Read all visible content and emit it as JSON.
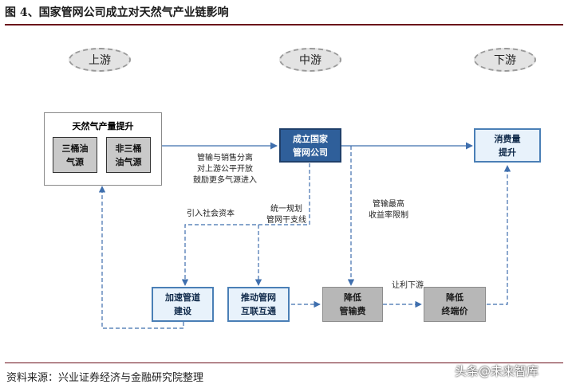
{
  "title": "图 4、国家管网公司成立对天然气产业链影响",
  "source": "资料来源：兴业证券经济与金融研究院整理",
  "watermark": "头条@未来智库",
  "stages": {
    "upstream": "上游",
    "midstream": "中游",
    "downstream": "下游"
  },
  "nodes": {
    "gas_production": "天然气产量提升",
    "three_barrel": "三桶油\n气源",
    "non_three_barrel": "非三桶\n油气源",
    "national_pipeline": "成立国家\n管网公司",
    "consumption": "消费量\n提升",
    "pipeline_construction": "加速管道\n建设",
    "interconnection": "推动管网\n互联互通",
    "lower_transport_fee": "降低\n管输费",
    "lower_end_price": "降低\n终端价"
  },
  "labels": {
    "separation": "管输与销售分离\n对上游公平开放\n鼓励更多气源进入",
    "social_capital": "引入社会资本",
    "unified_planning": "统一规划\n管网干支线",
    "return_limit": "管输最高\n收益率限制",
    "concession": "让利下游"
  },
  "colors": {
    "accent": "#2f5f9a",
    "arrow": "#3f6fae",
    "rule": "#6b0f1a"
  }
}
